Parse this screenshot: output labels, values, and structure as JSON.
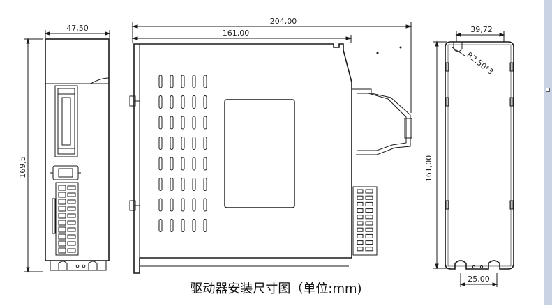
{
  "caption": "驱动器安装尺寸图（单位:mm)",
  "front_view": {
    "width_dim": "47,50",
    "height_dim": "169,5"
  },
  "side_view": {
    "overall_dim": "204,00",
    "body_dim": "161,00"
  },
  "rear_view": {
    "width_dim": "39,72",
    "radius_note": "R2,50*3",
    "height_dim": "161,00",
    "slot_spacing_dim": "25,00"
  },
  "colors": {
    "line": "#1a1a1a",
    "window_bg": "#ffffff",
    "side_strip": "#c9d3e3"
  }
}
